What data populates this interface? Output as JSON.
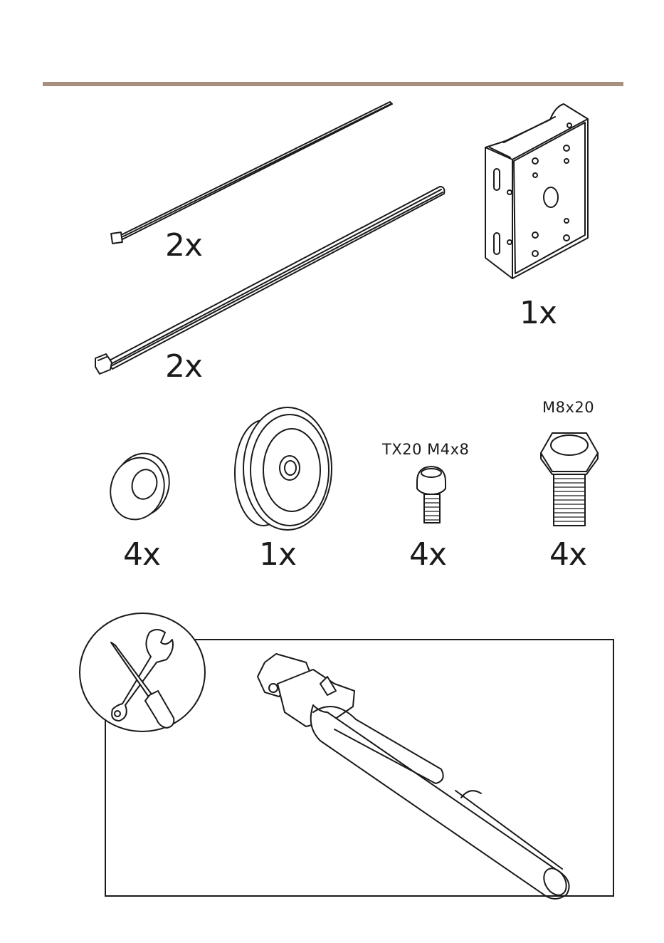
{
  "parts": {
    "cable_tie_small": {
      "qty": "2x"
    },
    "cable_tie_large": {
      "qty": "2x"
    },
    "bracket": {
      "qty": "1x"
    },
    "washer": {
      "qty": "4x"
    },
    "grommet": {
      "qty": "1x"
    },
    "screw": {
      "qty": "4x",
      "spec": "TX20 M4x8"
    },
    "bolt": {
      "qty": "4x",
      "spec": "M8x20"
    }
  },
  "tools": {
    "icon": "screwdriver-wrench-icon",
    "tool": "cable-tie-tensioning-tool"
  },
  "colors": {
    "rule": "#a89081",
    "ink": "#1a1a1a"
  }
}
